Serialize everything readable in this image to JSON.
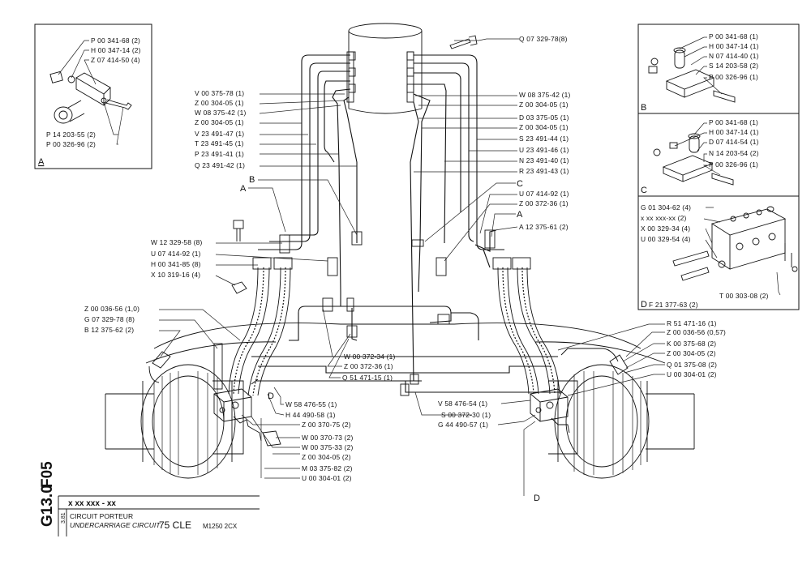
{
  "sheet": {
    "code": "F05 G13.0",
    "code_line1": "F05",
    "code_line2": "G13.0",
    "reference": "x xx xxx - xx",
    "date": "3.81",
    "title_fr": "CIRCUIT PORTEUR",
    "title_en": "UNDERCARRIAGE CIRCUIT",
    "model": "75 CLE",
    "variant": "M1250  2CX"
  },
  "callouts": {
    "top_right": [
      "Q 07 329-78(8)"
    ],
    "center_left": [
      "V 00 375-78 (1)",
      "Z 00 304-05 (1)",
      "W 08 375-42 (1)",
      "Z 00 304-05 (1)",
      "V 23 491-47 (1)",
      "T 23 491-45 (1)",
      "P 23 491-41 (1)",
      "Q 23 491-42 (1)"
    ],
    "center_right": [
      "W 08 375-42 (1)",
      "Z 00 304-05 (1)",
      "D 03 375-05 (1)",
      "Z 00 304-05 (1)",
      "S 23 491-44 (1)",
      "U 23 491-46 (1)",
      "N 23 491-40 (1)",
      "R 23 491-43 (1)",
      "U 07 414-92 (1)",
      "Z 00 372-36 (1)",
      "A 12 375-61 (2)"
    ],
    "left_mid": [
      "W 12 329-58 (8)",
      "U 07 414-92 (1)",
      "H 00 341-85 (8)",
      "X 10 319-16 (4)"
    ],
    "left_low": [
      "Z 00 036-56 (1,0)",
      "G 07 329-78 (8)",
      "B 12 375-62 (2)"
    ],
    "center_low": [
      "W 00 372-34 (1)",
      "Z 00 372-36 (1)",
      "Q 51 471-15 (1)"
    ],
    "bottom_left": [
      "W 58 476-55 (1)",
      "H 44 490-58 (1)",
      "Z 00 370-75 (2)",
      "W 00 370-73 (2)",
      "W 00 375-33 (2)",
      "Z 00 304-05 (2)",
      "M 03 375-82 (2)",
      "U 00 304-01 (2)"
    ],
    "bottom_right": [
      "V 58 476-54 (1)",
      "S 00 372-30 (1)",
      "G 44 490-57 (1)"
    ],
    "right_low": [
      "R 51 471-16 (1)",
      "Z 00 036-56 (0,57)",
      "K 00 375-68 (2)",
      "Z 00 304-05 (2)",
      "Q 01 375-08 (2)",
      "U 00 304-01 (2)"
    ]
  },
  "letters": {
    "b_left": "B",
    "a_left": "A",
    "c_right": "C",
    "a_right": "A",
    "d_left": "D",
    "d_bottom": "D"
  },
  "insets": {
    "A": {
      "letter": "A",
      "top": [
        "P 00 341-68 (2)",
        "H 00 347-14 (2)",
        "Z 07 414-50 (4)"
      ],
      "bottom": [
        "P 14 203-55 (2)",
        "P 00 326-96 (2)"
      ]
    },
    "B": {
      "letter": "B",
      "items": [
        "P 00 341-68 (1)",
        "H 00 347-14 (1)",
        "N 07 414-40 (1)",
        "S 14 203-58 (2)",
        "P 00 326-96 (1)"
      ]
    },
    "C": {
      "letter": "C",
      "items": [
        "P 00 341-68 (1)",
        "H 00 347-14 (1)",
        "D 07 414-54 (1)",
        "N 14 203-54 (2)",
        "P 00 326-96 (1)"
      ]
    },
    "D": {
      "letter": "D",
      "items": [
        "G 01 304-62 (4)",
        "x xx xxx-xx (2)",
        "X 00 329-34 (4)",
        "U 00 329-54 (4)"
      ],
      "right": "T 00 303-08 (2)",
      "footer": "F 21 377-63 (2)"
    }
  }
}
